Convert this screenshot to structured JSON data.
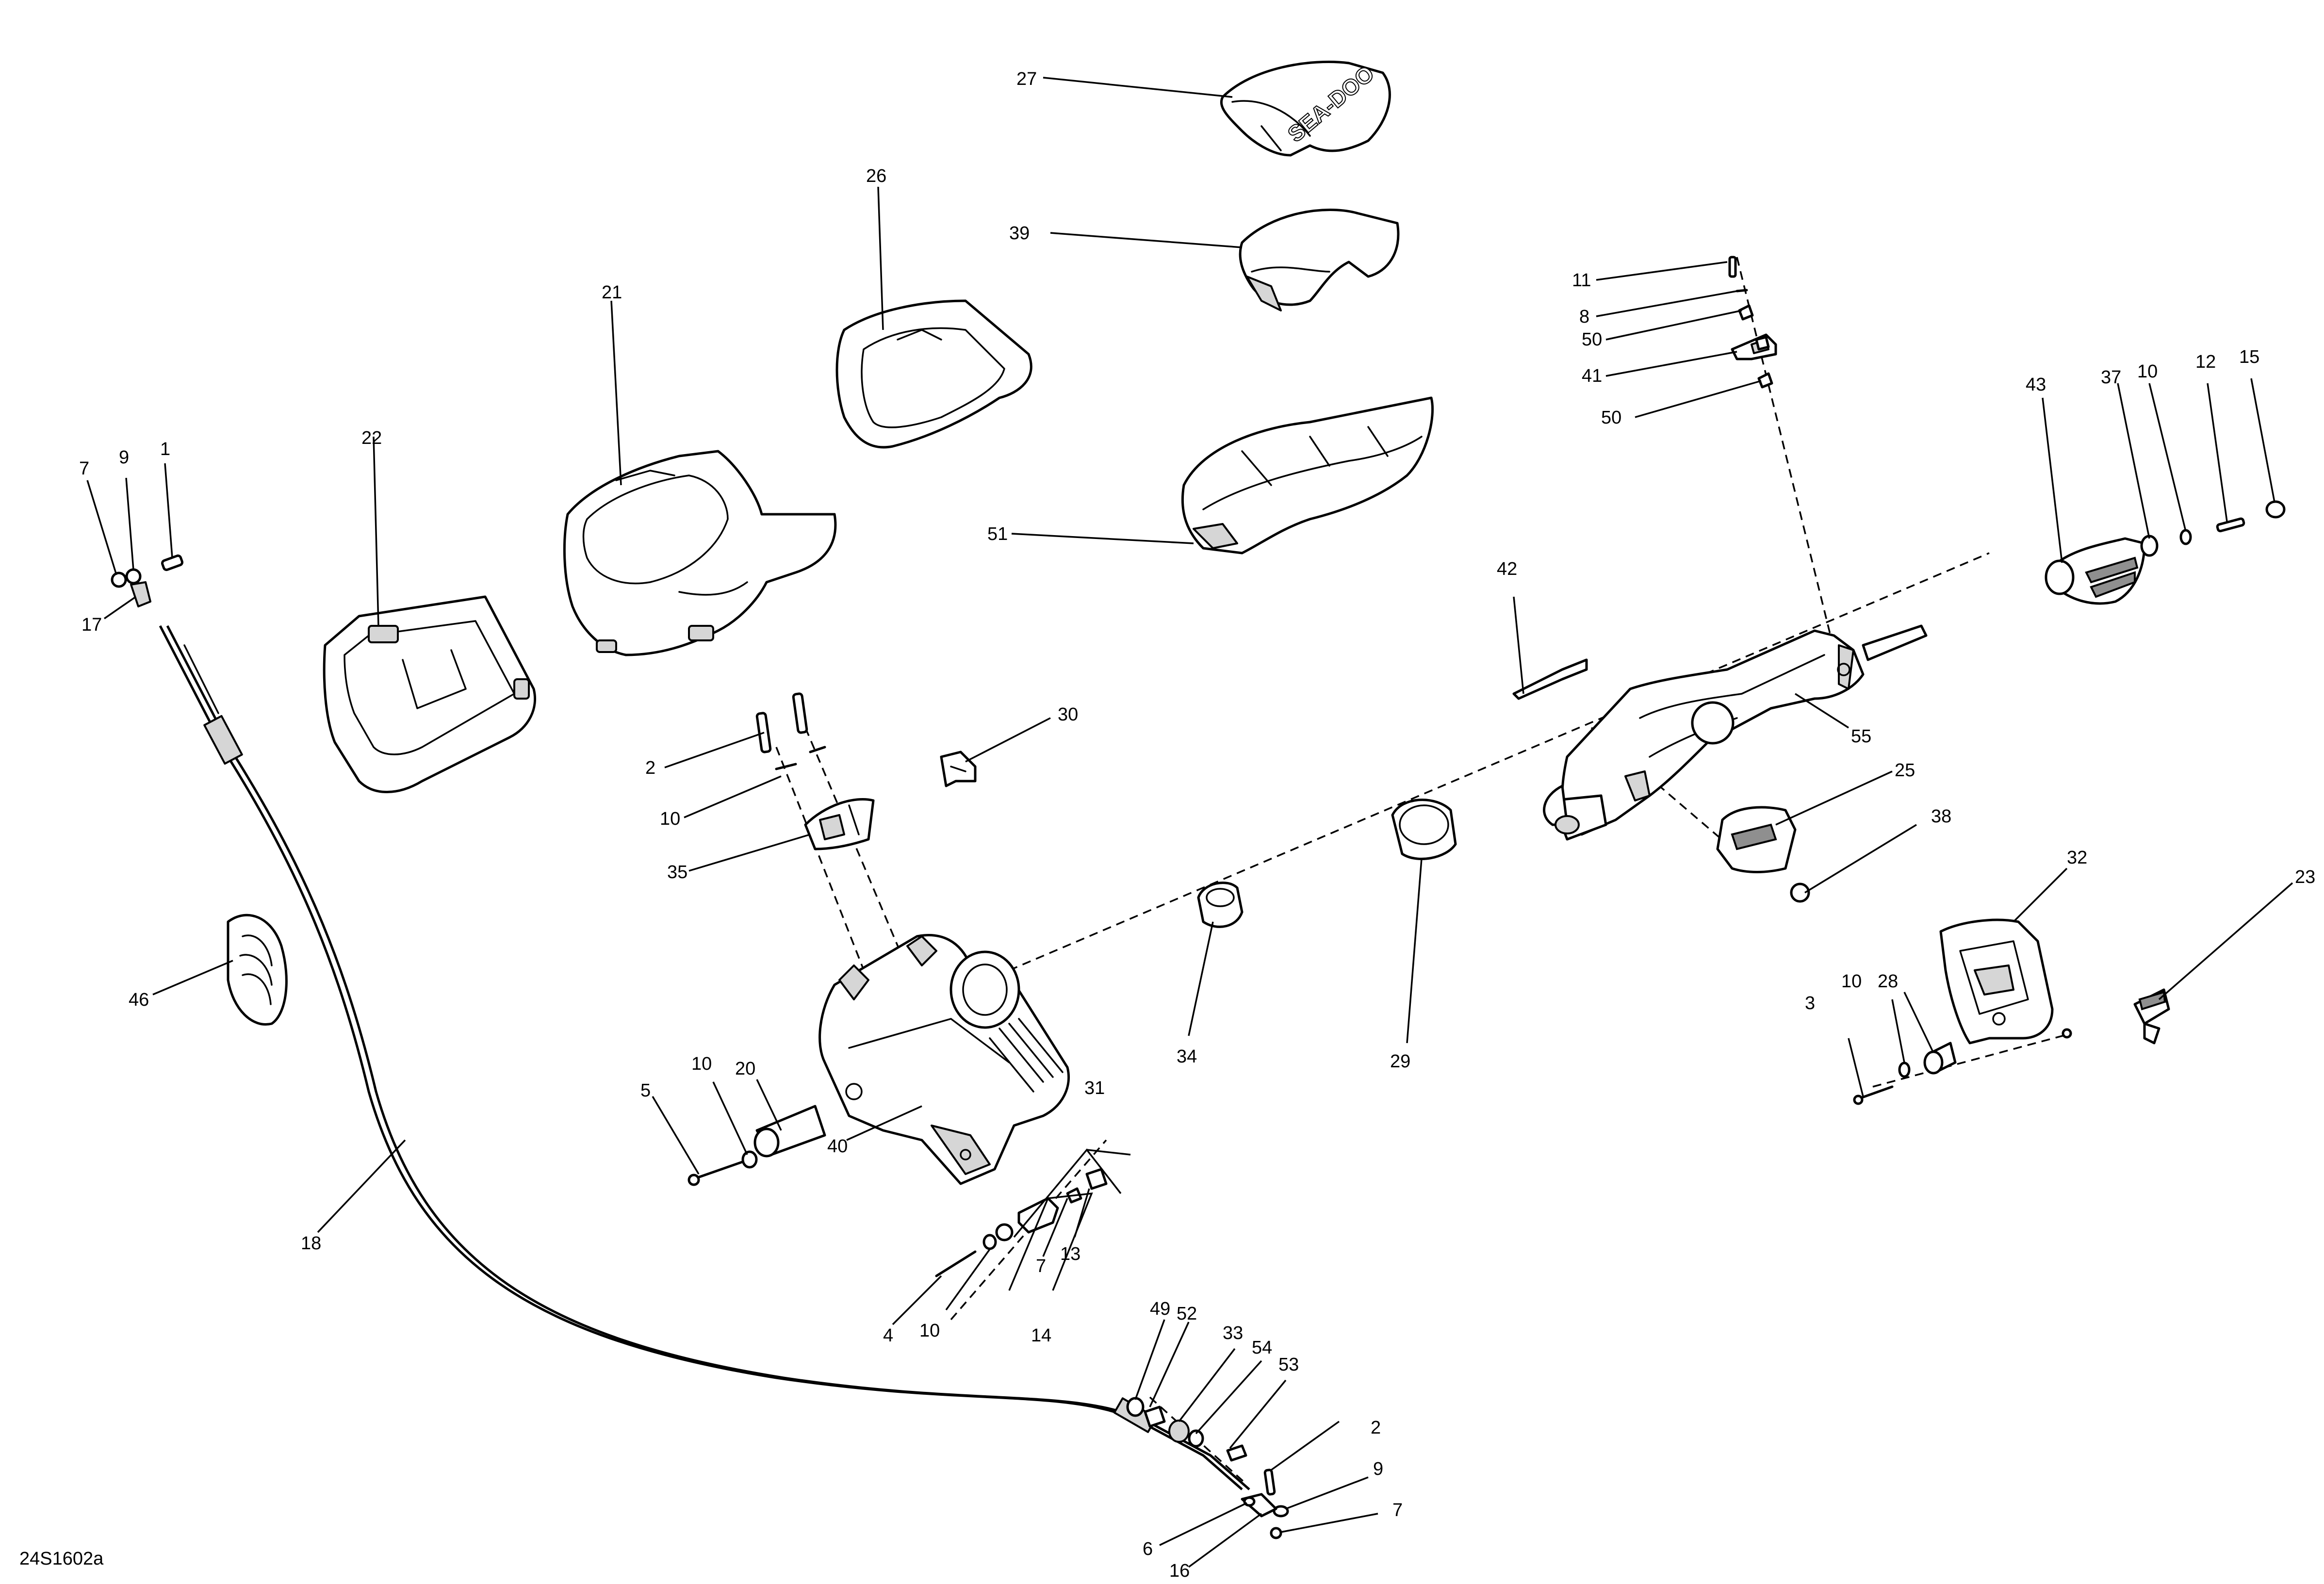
{
  "drawing_ref": "24S1602a",
  "brand_mark": "SEA-DOO",
  "callouts": {
    "c27": "27",
    "c39": "39",
    "c26": "26",
    "c21": "21",
    "c22": "22",
    "c51": "51",
    "c11": "11",
    "c8": "8",
    "c50a": "50",
    "c41": "41",
    "c50b": "50",
    "c43": "43",
    "c37": "37",
    "c10a": "10",
    "c12": "12",
    "c15": "15",
    "c7a": "7",
    "c9a": "9",
    "c1": "1",
    "c17": "17",
    "c42": "42",
    "c55": "55",
    "c30": "30",
    "c2a": "2",
    "c10b": "10",
    "c35": "35",
    "c25": "25",
    "c38": "38",
    "c29": "29",
    "c34": "34",
    "c32": "32",
    "c23": "23",
    "c46": "46",
    "c20": "20",
    "c10c": "10",
    "c5": "5",
    "c40": "40",
    "c31": "31",
    "c7b": "7",
    "c13": "13",
    "c14": "14",
    "c4": "4",
    "c10d": "10",
    "c18": "18",
    "c3": "3",
    "c10e": "10",
    "c28": "28",
    "c49": "49",
    "c52": "52",
    "c33": "33",
    "c54": "54",
    "c53": "53",
    "c2b": "2",
    "c9b": "9",
    "c7c": "7",
    "c6": "6",
    "c16": "16"
  }
}
